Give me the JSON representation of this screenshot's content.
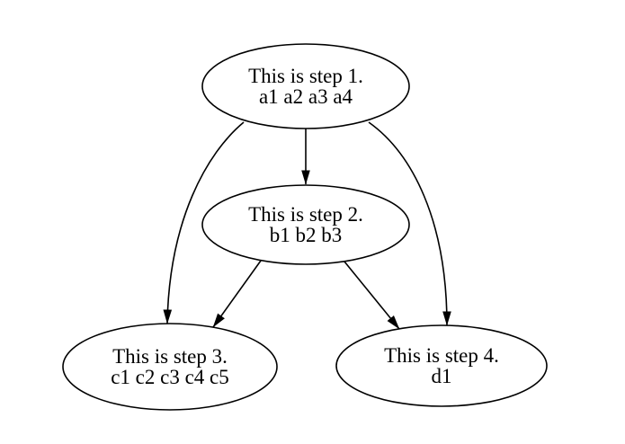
{
  "diagram": {
    "type": "directed-graph",
    "background_color": "#ffffff",
    "stroke_color": "#000000",
    "text_color": "#000000",
    "nodes": [
      {
        "id": "step1",
        "line1": "This is step 1.",
        "line2": "a1 a2 a3 a4"
      },
      {
        "id": "step2",
        "line1": "This is step 2.",
        "line2": "b1 b2 b3"
      },
      {
        "id": "step3",
        "line1": "This is step 3.",
        "line2": "c1 c2 c3 c4 c5"
      },
      {
        "id": "step4",
        "line1": "This is step 4.",
        "line2": "d1"
      }
    ],
    "edges": [
      {
        "from": "step1",
        "to": "step2"
      },
      {
        "from": "step1",
        "to": "step3"
      },
      {
        "from": "step1",
        "to": "step4"
      },
      {
        "from": "step2",
        "to": "step3"
      },
      {
        "from": "step2",
        "to": "step4"
      }
    ]
  }
}
